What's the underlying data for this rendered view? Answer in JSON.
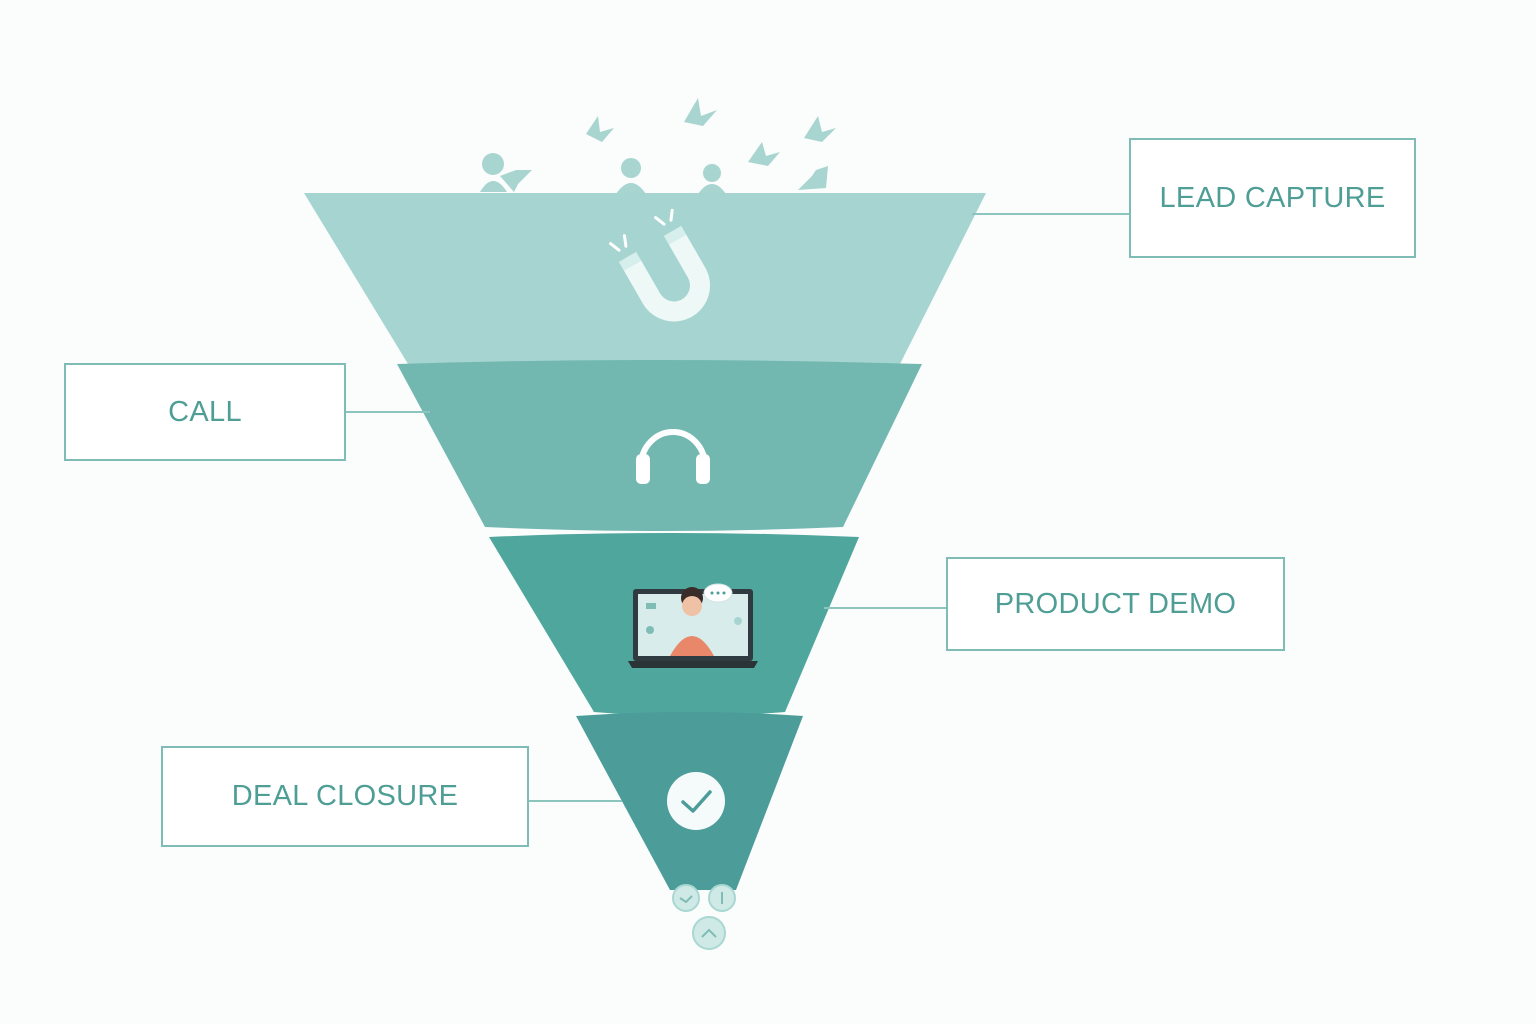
{
  "stages": [
    {
      "label": "LEAD CAPTURE",
      "icon": "magnet-icon",
      "color": "#a6d5d1"
    },
    {
      "label": "CALL",
      "icon": "headphones-icon",
      "color": "#72b8b1"
    },
    {
      "label": "PRODUCT DEMO",
      "icon": "laptop-presenter-icon",
      "color": "#4fa69c"
    },
    {
      "label": "DEAL CLOSURE",
      "icon": "checkmark-circle-icon",
      "color": "#4c9c9a"
    }
  ],
  "decorations": {
    "incoming": "person-icons",
    "outgoing": "coin-icons"
  }
}
